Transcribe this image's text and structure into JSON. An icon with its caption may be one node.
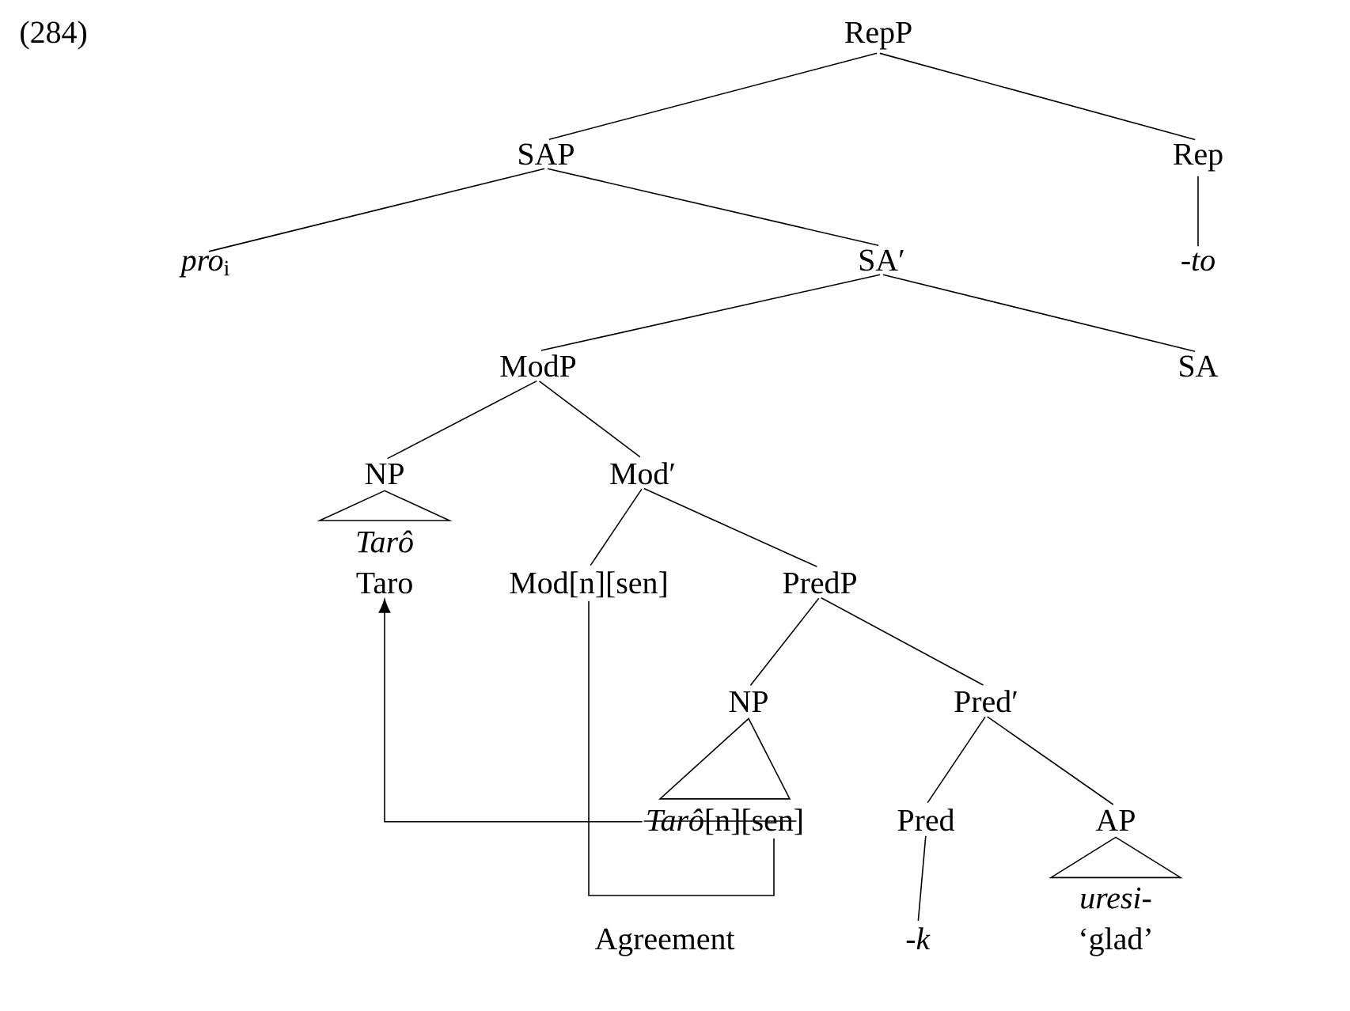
{
  "diagram": {
    "nodes": [
      {
        "text": [
          "RepP"
        ]
      },
      {
        "text": [
          "SAP"
        ]
      },
      {
        "text": [
          "Rep"
        ]
      },
      {
        "text": [
          "*pro*$_{i}$"
        ]
      },
      {
        "text": [
          "SA′"
        ]
      },
      {
        "text": [
          "-to"
        ]
      },
      {
        "text": [
          "ModP"
        ]
      },
      {
        "text": [
          "SA"
        ]
      },
      {
        "text": [
          "NP"
        ]
      },
      {
        "text": [
          "Mod′"
        ]
      },
      {
        "text": [
          "Tarô",
          "Taro"
        ]
      },
      {
        "text": [
          "Mod[n][sen]"
        ]
      },
      {
        "text": [
          "PredP"
        ]
      },
      {
        "text": [
          "NP"
        ]
      },
      {
        "text": [
          "Pred′"
        ]
      },
      {
        "text": [
          "*Tarô*[n][sen]"
        ]
      },
      {
        "text": [
          "Pred"
        ]
      },
      {
        "text": [
          "AP"
        ]
      },
      {
        "text": [
          "-*k*"
        ]
      },
      {
        "text": [
          "*uresi*-",
          "‘glad’"
        ]
      }
    ],
    "edges": [
      {
        "from": 0,
        "to": 1,
        "arrow": "none"
      },
      {
        "from": 0,
        "to": 2,
        "arrow": "none"
      },
      {
        "from": 1,
        "to": 3,
        "arrow": "none"
      },
      {
        "from": 1,
        "to": 4,
        "arrow": "none"
      },
      {
        "from": 2,
        "to": 5,
        "arrow": "none"
      },
      {
        "from": 4,
        "to": 6,
        "arrow": "none"
      },
      {
        "from": 4,
        "to": 7,
        "arrow": "none"
      },
      {
        "from": 6,
        "to": 8,
        "arrow": "none"
      },
      {
        "from": 6,
        "to": 9,
        "arrow": "none"
      },
      {
        "from": 8,
        "to": 10,
        "arrow": "none"
      },
      {
        "from": 9,
        "to": 11,
        "arrow": "none"
      },
      {
        "from": 9,
        "to": 12,
        "arrow": "none"
      },
      {
        "from": 12,
        "to": 13,
        "arrow": "none"
      },
      {
        "from": 12,
        "to": 14,
        "arrow": "none"
      },
      {
        "from": 13,
        "to": 15,
        "arrow": "none"
      },
      {
        "from": 14,
        "to": 16,
        "arrow": "none"
      },
      {
        "from": 14,
        "to": 17,
        "arrow": "none"
      },
      {
        "from": 16,
        "to": 18,
        "arrow": "none"
      },
      {
        "from": 17,
        "to": 19,
        "arrow": "none"
      },
      {
        "from": 15,
        "to": 10,
        "arrow": "to"
      },
      {
        "from": 11,
        "to": 15,
        "arrow": "none",
        "label": "Agreement"
      }
    ],
    "labels": [
      "(284)"
    ]
  }
}
